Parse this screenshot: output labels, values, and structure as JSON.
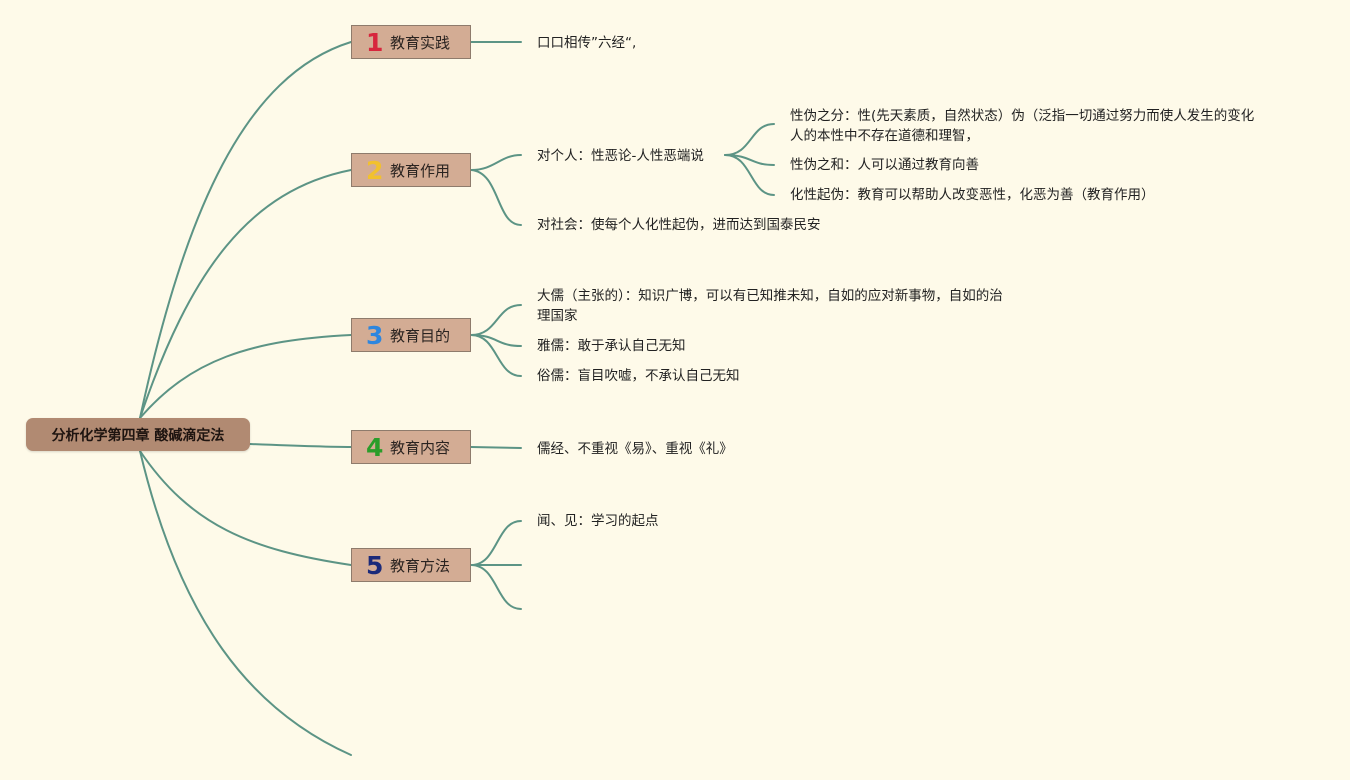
{
  "central": {
    "label": "分析化学第四章 酸碱滴定法"
  },
  "branches": [
    {
      "num": "1",
      "label": "教育实践",
      "num_color": "#d7263d"
    },
    {
      "num": "2",
      "label": "教育作用",
      "num_color": "#f2c12e"
    },
    {
      "num": "3",
      "label": "教育目的",
      "num_color": "#2e86de"
    },
    {
      "num": "4",
      "label": "教育内容",
      "num_color": "#2a9d2a"
    },
    {
      "num": "5",
      "label": "教育方法",
      "num_color": "#1b2a7a"
    }
  ],
  "leaves": {
    "practice_1": "口口相传”六经“,",
    "effect_personal": "对个人：性恶论-人性恶端说",
    "effect_personal_a": "性伪之分：性(先天素质，自然状态）伪（泛指一切通过努力而使人发生的变化\n人的本性中不存在道德和理智，",
    "effect_personal_b": "性伪之和：人可以通过教育向善",
    "effect_personal_c": "化性起伪：教育可以帮助人改变恶性，化恶为善（教育作用）",
    "effect_society": "对社会：使每个人化性起伪，进而达到国泰民安",
    "goal_1": "大儒（主张的）：知识广博，可以有已知推未知，自如的应对新事物，自如的治\n理国家",
    "goal_2": "雅儒：敢于承认自己无知",
    "goal_3": "俗儒：盲目吹嘘，不承认自己无知",
    "content_1": "儒经、不重视《易》、重视《礼》",
    "method_1": "闻、见：学习的起点"
  },
  "colors": {
    "line": "#5c9485",
    "background": "#fefae9"
  }
}
